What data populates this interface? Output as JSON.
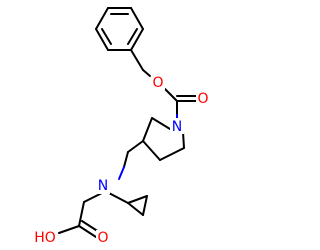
{
  "atom_labels": {
    "carbonyl_oxygen_top": "O",
    "ester_oxygen": "O",
    "ring_nitrogen": "N",
    "amine_nitrogen": "N",
    "hydroxyl": "HO",
    "acid_carbonyl_oxygen": "O"
  },
  "colors": {
    "bond": "#000000",
    "oxygen": "#ff0000",
    "nitrogen": "#0000ff",
    "background": "#ffffff"
  }
}
